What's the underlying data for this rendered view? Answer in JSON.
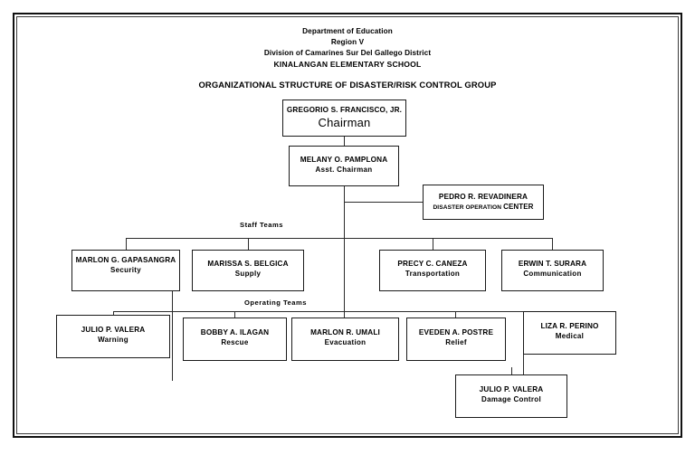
{
  "document": {
    "header": {
      "line1": "Department of Education",
      "line2": "Region V",
      "line3": "Division of Camarines Sur Del Gallego District",
      "line4": "KINALANGAN ELEMENTARY SCHOOL"
    },
    "title": "ORGANIZATIONAL STRUCTURE OF DISASTER/RISK CONTROL GROUP"
  },
  "section_labels": {
    "staff_teams": "Staff Teams",
    "operating_teams": "Operating Teams"
  },
  "chart_data": {
    "type": "diagram",
    "title": "ORGANIZATIONAL STRUCTURE OF DISASTER/RISK CONTROL GROUP",
    "nodes": [
      {
        "id": "chairman",
        "name": "GREGORIO S. FRANCISCO, JR.",
        "role": "Chairman",
        "level": "head"
      },
      {
        "id": "asst",
        "name": "MELANY O. PAMPLONA",
        "role": "Asst. Chairman",
        "level": "deputy"
      },
      {
        "id": "doc",
        "name": "PEDRO R. REVADINERA",
        "role": "DISASTER OPERATION CENTER",
        "role_prefix": "DISASTER OPERATION ",
        "role_emphasis": "CENTER",
        "level": "support"
      },
      {
        "id": "security",
        "name": "MARLON G. GAPASANGRA",
        "role": "Security",
        "level": "staff"
      },
      {
        "id": "supply",
        "name": "MARISSA S. BELGICA",
        "role": "Supply",
        "level": "staff"
      },
      {
        "id": "transpo",
        "name": "PRECY C. CANEZA",
        "role": "Transportation",
        "level": "staff"
      },
      {
        "id": "comm",
        "name": "ERWIN T. SURARA",
        "role": "Communication",
        "level": "staff"
      },
      {
        "id": "warning",
        "name": "JULIO P. VALERA",
        "role": "Warning",
        "level": "operating"
      },
      {
        "id": "rescue",
        "name": "BOBBY A. ILAGAN",
        "role": "Rescue",
        "level": "operating"
      },
      {
        "id": "evacuation",
        "name": "MARLON R. UMALI",
        "role": "Evacuation",
        "level": "operating"
      },
      {
        "id": "relief",
        "name": "EVEDEN A. POSTRE",
        "role": "Relief",
        "level": "operating"
      },
      {
        "id": "medical",
        "name": "LIZA R. PERINO",
        "role": "Medical",
        "level": "operating"
      },
      {
        "id": "damage",
        "name": "JULIO P. VALERA",
        "role": "Damage Control",
        "level": "operating"
      }
    ],
    "edges": [
      {
        "from": "chairman",
        "to": "asst"
      },
      {
        "from": "asst",
        "to": "doc"
      },
      {
        "from": "asst",
        "to": "security"
      },
      {
        "from": "asst",
        "to": "supply"
      },
      {
        "from": "asst",
        "to": "transpo"
      },
      {
        "from": "asst",
        "to": "comm"
      },
      {
        "from": "asst",
        "to": "warning"
      },
      {
        "from": "asst",
        "to": "rescue"
      },
      {
        "from": "asst",
        "to": "evacuation"
      },
      {
        "from": "asst",
        "to": "relief"
      },
      {
        "from": "asst",
        "to": "medical"
      },
      {
        "from": "asst",
        "to": "damage"
      }
    ]
  },
  "colors": {
    "border": "#1a1a1a",
    "line": "#2b2b2b",
    "text": "#000000",
    "background": "#ffffff"
  }
}
